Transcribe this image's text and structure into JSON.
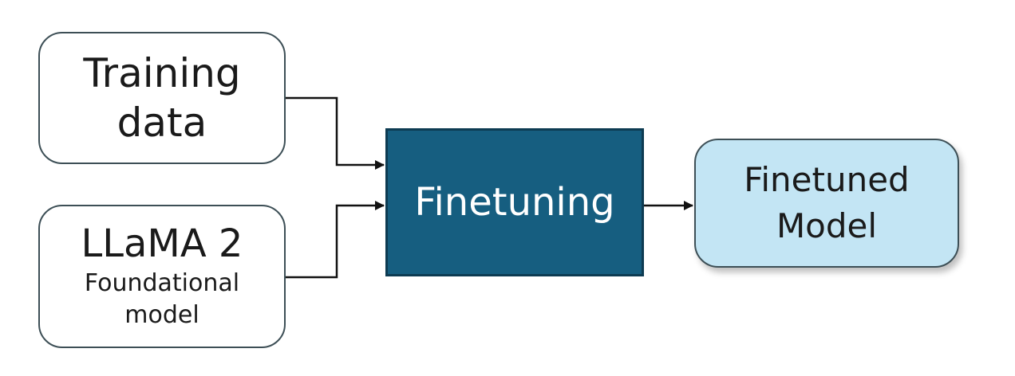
{
  "nodes": {
    "training_data": {
      "label": "Training\ndata"
    },
    "llama": {
      "label": "LLaMA 2",
      "sublabel": "Foundational\nmodel"
    },
    "finetuning": {
      "label": "Finetuning"
    },
    "finetuned_model": {
      "label": "Finetuned\nModel"
    }
  },
  "edges": [
    {
      "from": "Training data",
      "to": "Finetuning"
    },
    {
      "from": "LLaMA 2",
      "to": "Finetuning"
    },
    {
      "from": "Finetuning",
      "to": "Finetuned Model"
    }
  ],
  "colors": {
    "finetuning_fill": "#165e80",
    "finetuning_border": "#0d3b52",
    "output_fill": "#c3e5f4",
    "box_border": "#3d4f56",
    "connector": "#111111"
  }
}
